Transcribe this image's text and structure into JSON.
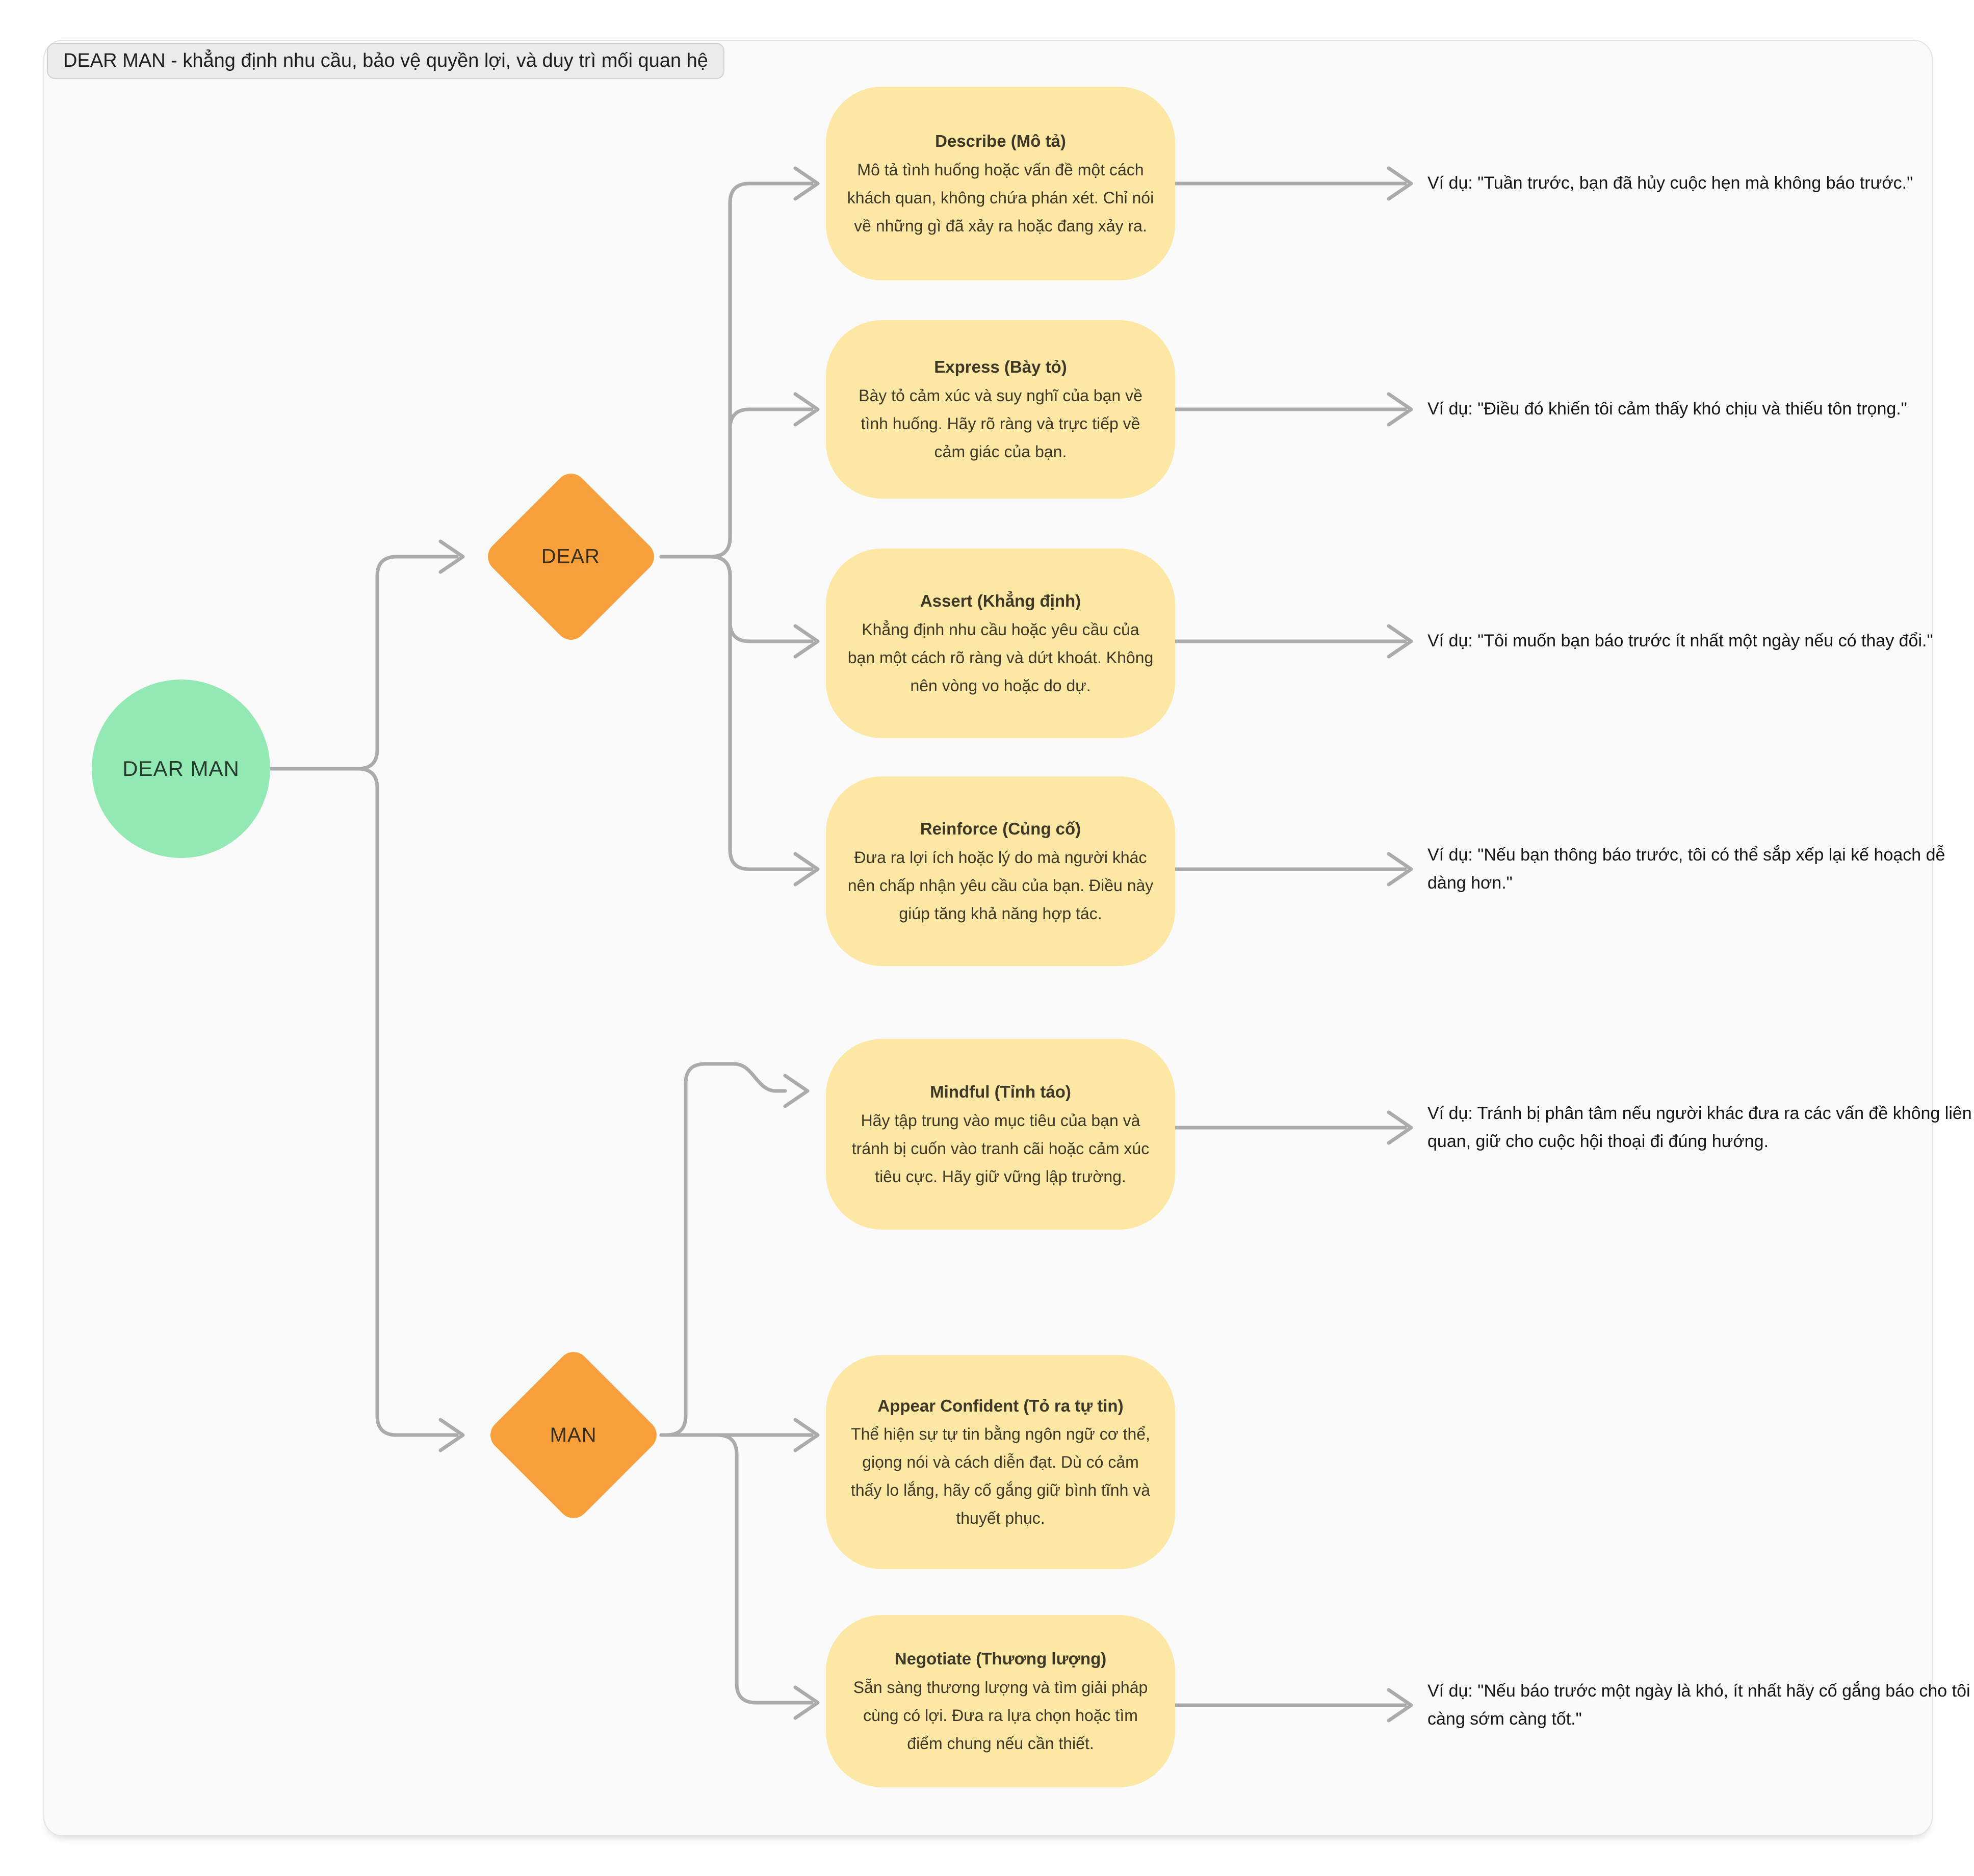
{
  "title": "DEAR MAN - khẳng định nhu cầu, bảo vệ quyền lợi, và duy trì mối quan hệ",
  "root_label": "DEAR MAN",
  "branches": [
    {
      "label": "DEAR",
      "children": [
        {
          "title": "Describe (Mô tả)",
          "body": "Mô tả tình huống hoặc vấn đề một cách khách quan, không chứa phán xét. Chỉ nói về những gì đã xảy ra hoặc đang xảy ra.",
          "example": "Ví dụ: \"Tuần trước, bạn đã hủy cuộc hẹn mà không báo trước.\""
        },
        {
          "title": "Express (Bày tỏ)",
          "body": "Bày tỏ cảm xúc và suy nghĩ của bạn về tình huống. Hãy rõ ràng và trực tiếp về cảm giác của bạn.",
          "example": "Ví dụ: \"Điều đó khiến tôi cảm thấy khó chịu và thiếu tôn trọng.\""
        },
        {
          "title": "Assert (Khẳng định)",
          "body": "Khẳng định nhu cầu hoặc yêu cầu của bạn một cách rõ ràng và dứt khoát. Không nên vòng vo hoặc do dự.",
          "example": "Ví dụ: \"Tôi muốn bạn báo trước ít nhất một ngày nếu có thay đổi.\""
        },
        {
          "title": "Reinforce (Củng cố)",
          "body": "Đưa ra lợi ích hoặc lý do mà người khác nên chấp nhận yêu cầu của bạn. Điều này giúp tăng khả năng hợp tác.",
          "example": "Ví dụ: \"Nếu bạn thông báo trước, tôi có thể sắp xếp lại kế hoạch dễ dàng hơn.\""
        }
      ]
    },
    {
      "label": "MAN",
      "children": [
        {
          "title": "Mindful (Tỉnh táo)",
          "body": "Hãy tập trung vào mục tiêu của bạn và tránh bị cuốn vào tranh cãi hoặc cảm xúc tiêu cực. Hãy giữ vững lập trường.",
          "example": "Ví dụ: Tránh bị phân tâm nếu người khác đưa ra các vấn đề không liên quan, giữ cho cuộc hội thoại đi đúng hướng."
        },
        {
          "title": "Appear Confident (Tỏ ra tự tin)",
          "body": "Thể hiện sự tự tin bằng ngôn ngữ cơ thể, giọng nói và cách diễn đạt. Dù có cảm thấy lo lắng, hãy cố gắng giữ bình tĩnh và thuyết phục."
        },
        {
          "title": "Negotiate (Thương lượng)",
          "body": "Sẵn sàng thương lượng và tìm giải pháp cùng có lợi. Đưa ra lựa chọn hoặc tìm điểm chung nếu cần thiết.",
          "example": "Ví dụ: \"Nếu báo trước một ngày là khó, ít nhất hãy cố gắng báo cho tôi càng sớm càng tốt.\""
        }
      ]
    }
  ],
  "colors": {
    "node_fill": "#FCE8A4",
    "diamond_fill": "#F8A13C",
    "root_fill": "#93E9B4",
    "connector": "#ABABAB",
    "panel_bg": "#FAFAFA"
  }
}
